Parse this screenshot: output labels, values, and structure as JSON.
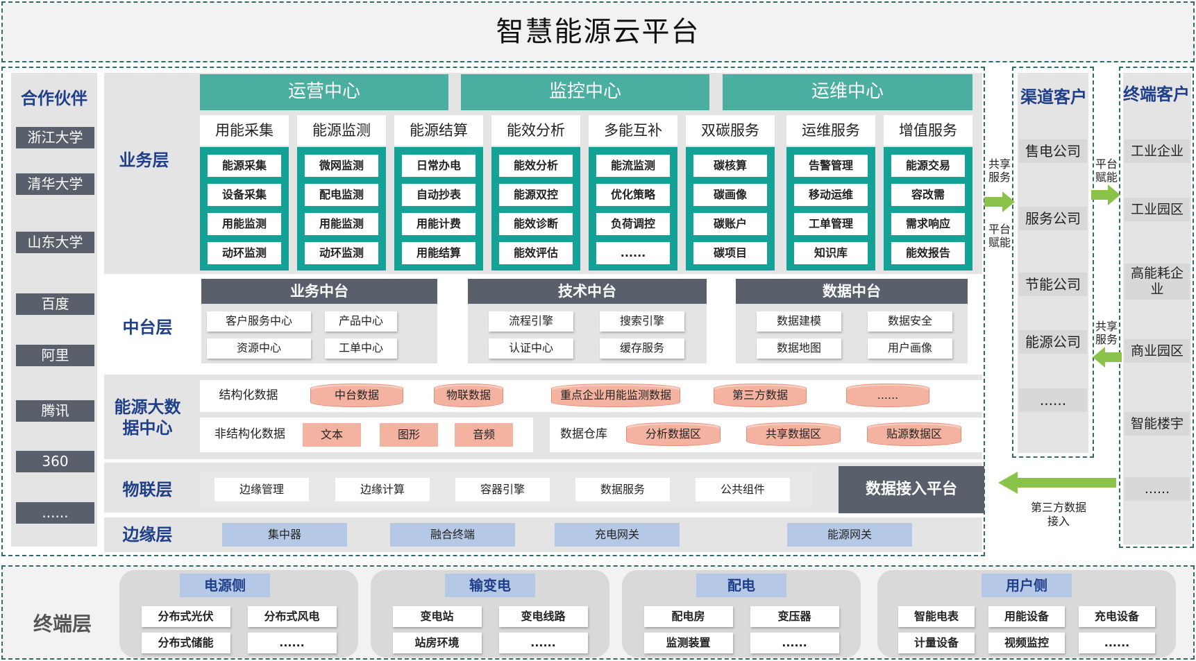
{
  "title": "智慧能源云平台",
  "partners": {
    "heading": "合作伙伴",
    "items": [
      "浙江大学",
      "清华大学",
      "山东大学",
      "百度",
      "阿里",
      "腾讯",
      "360",
      "......"
    ]
  },
  "layers": {
    "business": "业务层",
    "middle": "中台层",
    "bigdata": "能源大数据中心",
    "iot": "物联层",
    "edge": "边缘层",
    "terminal": "终端层"
  },
  "centers": [
    "运营中心",
    "监控中心",
    "运维中心"
  ],
  "modules": [
    {
      "title": "用能采集",
      "items": [
        "能源采集",
        "设备采集",
        "用能监测",
        "动环监测"
      ]
    },
    {
      "title": "能源监测",
      "items": [
        "微网监测",
        "配电监测",
        "用能监测",
        "动环监测"
      ]
    },
    {
      "title": "能源结算",
      "items": [
        "日常办电",
        "自动抄表",
        "用能计费",
        "用能结算"
      ]
    },
    {
      "title": "能效分析",
      "items": [
        "能效分析",
        "能源双控",
        "能效诊断",
        "能效评估"
      ]
    },
    {
      "title": "多能互补",
      "items": [
        "能流监测",
        "优化策略",
        "负荷调控",
        "......"
      ]
    },
    {
      "title": "双碳服务",
      "items": [
        "碳核算",
        "碳画像",
        "碳账户",
        "碳项目"
      ]
    },
    {
      "title": "运维服务",
      "items": [
        "告警管理",
        "移动运维",
        "工单管理",
        "知识库"
      ]
    },
    {
      "title": "增值服务",
      "items": [
        "能源交易",
        "容改需",
        "需求响应",
        "能效报告"
      ]
    }
  ],
  "middle": [
    {
      "title": "业务中台",
      "items": [
        "客户服务中心",
        "产品中心",
        "资源中心",
        "工单中心"
      ]
    },
    {
      "title": "技术中台",
      "items": [
        "流程引擎",
        "搜索引擎",
        "认证中心",
        "缓存服务"
      ]
    },
    {
      "title": "数据中台",
      "items": [
        "数据建模",
        "数据安全",
        "数据地图",
        "用户画像"
      ]
    }
  ],
  "bigdata": {
    "structured_label": "结构化数据",
    "structured": [
      "中台数据",
      "物联数据",
      "重点企业用能监测数据",
      "第三方数据",
      "......"
    ],
    "unstructured_label": "非结构化数据",
    "unstructured": [
      "文本",
      "图形",
      "音频"
    ],
    "warehouse_label": "数据仓库",
    "warehouse": [
      "分析数据区",
      "共享数据区",
      "贴源数据区"
    ]
  },
  "iot": {
    "items": [
      "边缘管理",
      "边缘计算",
      "容器引擎",
      "数据服务",
      "公共组件"
    ],
    "platform": "数据接入平台"
  },
  "edge": [
    "集中器",
    "融合终端",
    "充电网关",
    "能源网关"
  ],
  "channel": {
    "heading": "渠道客户",
    "items": [
      "售电公司",
      "服务公司",
      "节能公司",
      "能源公司",
      "......"
    ]
  },
  "terminal_customers": {
    "heading": "终端客户",
    "items": [
      "工业企业",
      "工业园区",
      "高能耗企业",
      "商业园区",
      "智能楼宇",
      "......"
    ]
  },
  "arrows": {
    "share": "共享服务",
    "enable": "平台赋能",
    "third": "第三方数据接入"
  },
  "terminal_groups": [
    {
      "title": "电源侧",
      "items": [
        "分布式光伏",
        "分布式风电",
        "分布式储能",
        "......"
      ]
    },
    {
      "title": "输变电",
      "items": [
        "变电站",
        "变电线路",
        "站房环境",
        "......"
      ]
    },
    {
      "title": "配电",
      "items": [
        "配电房",
        "变压器",
        "监测装置",
        "......"
      ]
    },
    {
      "title": "用户侧",
      "items": [
        "智能电表",
        "用能设备",
        "充电设备",
        "计量设备",
        "视频监控",
        "......"
      ]
    }
  ],
  "colors": {
    "teal": "#4aaea0",
    "slate": "#59606b",
    "label": "#1f3f8a",
    "salmon": "#f4b3a0",
    "green": "#8bc34a"
  }
}
